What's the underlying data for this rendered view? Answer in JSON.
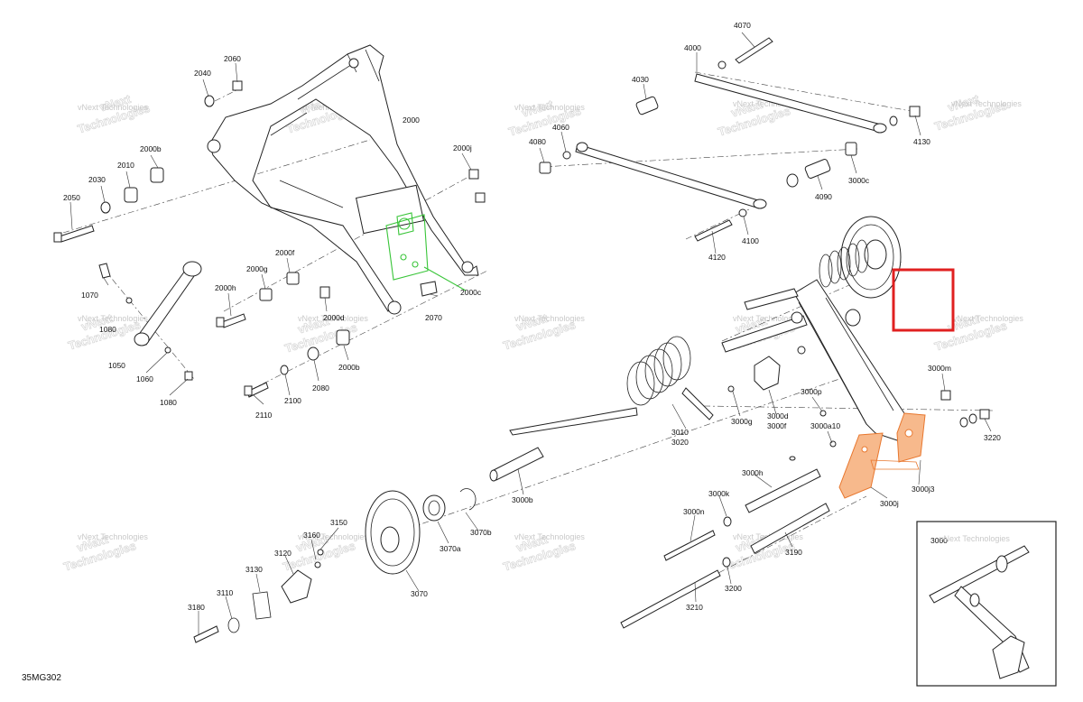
{
  "diagram_code": "35MG302",
  "watermark": {
    "line1": "vNext",
    "line2": "Technologies",
    "combined": "vNext Technologies"
  },
  "highlight_color": "#e02020",
  "accent_colors": {
    "green": "#39c539",
    "orange": "#e8772e"
  },
  "parts": {
    "p2060": "2060",
    "p2040": "2040",
    "p2000": "2000",
    "p2000b": "2000b",
    "p2010": "2010",
    "p2030": "2030",
    "p2050": "2050",
    "p2000j": "2000j",
    "p2000f": "2000f",
    "p2000g": "2000g",
    "p2000h": "2000h",
    "p2000c": "2000c",
    "p2070": "2070",
    "p2000d": "2000d",
    "p2000b2": "2000b",
    "p2080": "2080",
    "p2100": "2100",
    "p2110": "2110",
    "p1070": "1070",
    "p1080": "1080",
    "p1050": "1050",
    "p1060": "1060",
    "p1080b": "1080",
    "p4070": "4070",
    "p4000": "4000",
    "p4030": "4030",
    "p4060": "4060",
    "p4080": "4080",
    "p4130": "4130",
    "p3000c": "3000c",
    "p4090": "4090",
    "p4100": "4100",
    "p4120": "4120",
    "p3000m": "3000m",
    "p3000p": "3000p",
    "p3000g": "3000g",
    "p3000d": "3000d",
    "p3000f": "3000f",
    "p3000a10": "3000a10",
    "p3220": "3220",
    "p3000j3": "3000j3",
    "p3000j": "3000j",
    "p3010": "3010",
    "p3020": "3020",
    "p3000h": "3000h",
    "p3000k": "3000k",
    "p3000n": "3000n",
    "p3190": "3190",
    "p3200": "3200",
    "p3210": "3210",
    "p3000b": "3000b",
    "p3070b": "3070b",
    "p3070a": "3070a",
    "p3070": "3070",
    "p3150": "3150",
    "p3160": "3160",
    "p3120": "3120",
    "p3130": "3130",
    "p3110": "3110",
    "p3180": "3180",
    "p3000": "3000"
  }
}
